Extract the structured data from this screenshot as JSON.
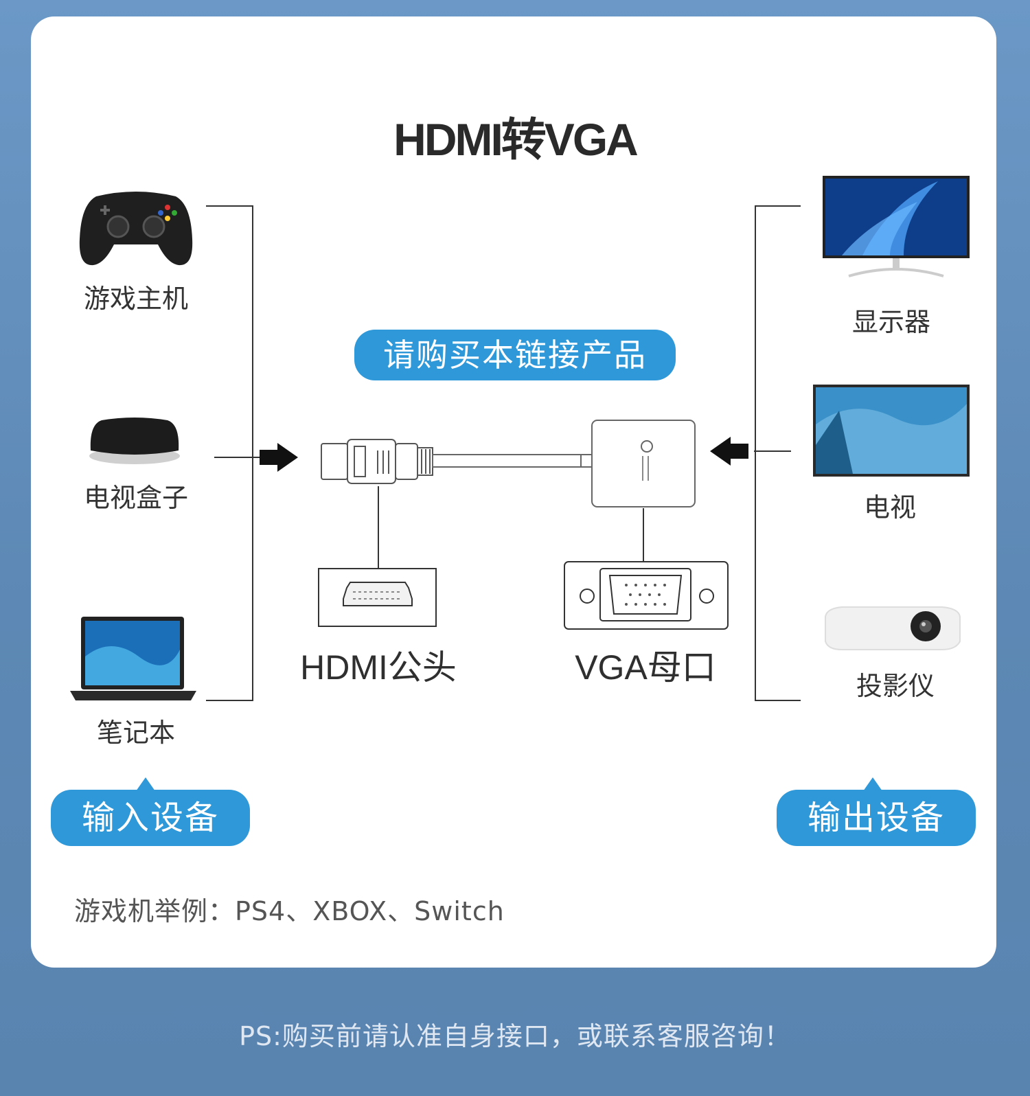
{
  "title": "HDMI转VGA",
  "buy_label": "请购买本链接产品",
  "inputs": [
    {
      "label": "游戏主机",
      "icon": "game-controller-icon"
    },
    {
      "label": "电视盒子",
      "icon": "tv-box-icon"
    },
    {
      "label": "笔记本",
      "icon": "laptop-icon"
    }
  ],
  "outputs": [
    {
      "label": "显示器",
      "icon": "monitor-icon"
    },
    {
      "label": "电视",
      "icon": "tv-icon"
    },
    {
      "label": "投影仪",
      "icon": "projector-icon"
    }
  ],
  "ports": {
    "hdmi": "HDMI公头",
    "vga": "VGA母口"
  },
  "input_group": "输入设备",
  "output_group": "输出设备",
  "note": "游戏机举例：PS4、XBOX、Switch",
  "footer": "PS:购买前请认准自身接口，或联系客服咨询！",
  "colors": {
    "accent": "#2e98d9",
    "background": "#6b98c6"
  }
}
